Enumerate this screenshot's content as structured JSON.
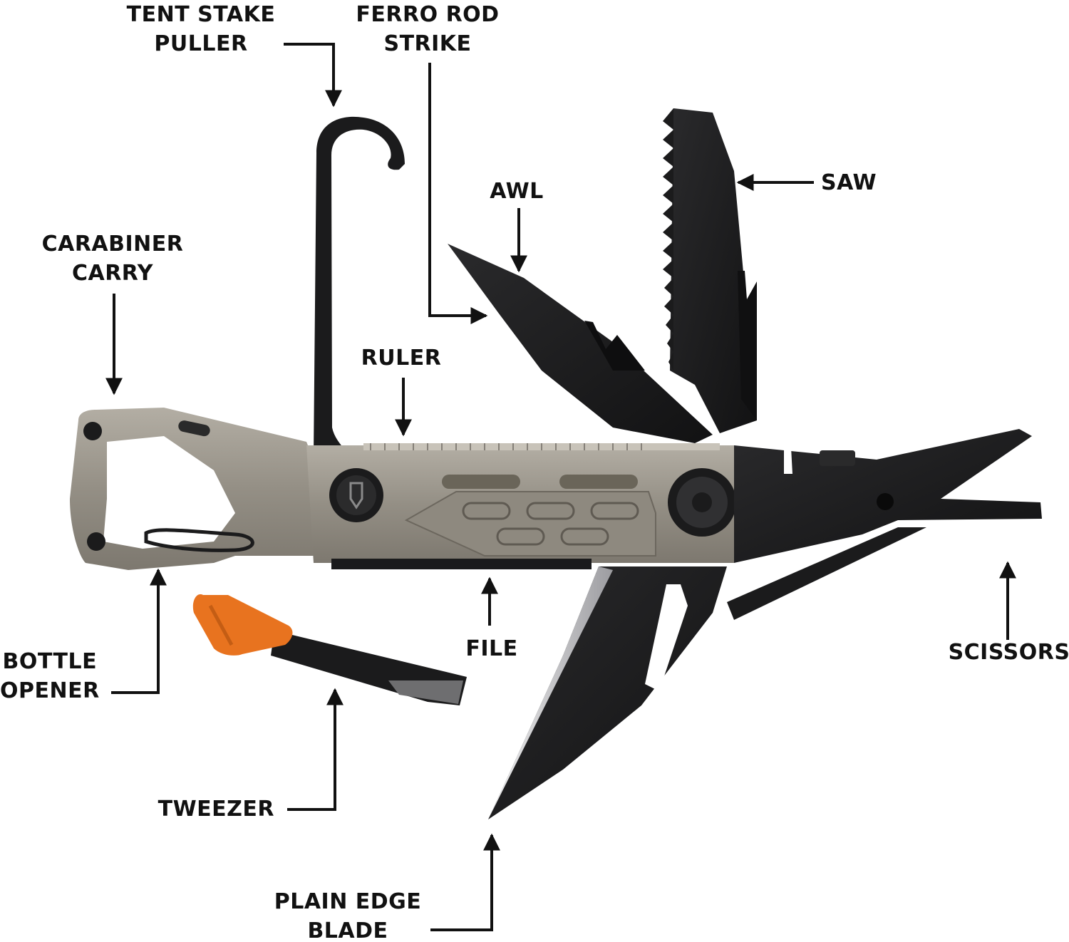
{
  "colors": {
    "background": "#ffffff",
    "text": "#111111",
    "arrow": "#111111",
    "blade_black": "#1b1b1c",
    "handle_titanium": "#9a958b",
    "accent_orange": "#e8731f",
    "steel_edge": "#d9d9db"
  },
  "labels": {
    "tent_stake_puller": [
      "TENT STAKE",
      "PULLER"
    ],
    "ferro_rod_strike": [
      "FERRO ROD",
      "STRIKE"
    ],
    "saw": [
      "SAW"
    ],
    "awl": [
      "AWL"
    ],
    "carabiner_carry": [
      "CARABINER",
      "CARRY"
    ],
    "ruler": [
      "RULER"
    ],
    "file": [
      "FILE"
    ],
    "scissors": [
      "SCISSORS"
    ],
    "bottle_opener": [
      "BOTTLE",
      "OPENER"
    ],
    "tweezer": [
      "TWEEZER"
    ],
    "plain_edge_blade": [
      "PLAIN EDGE",
      "BLADE"
    ]
  }
}
